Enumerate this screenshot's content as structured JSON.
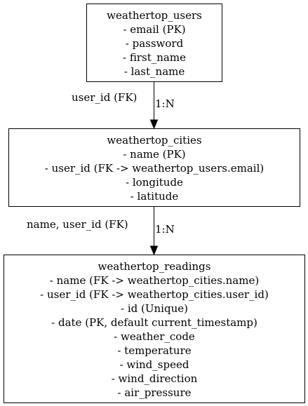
{
  "nodes": {
    "users": {
      "lines": [
        "weathertop_users",
        "- email (PK)",
        "- password",
        "- first_name",
        "- last_name"
      ]
    },
    "cities": {
      "lines": [
        "weathertop_cities",
        "- name (PK)",
        "- user_id (FK -> weathertop_users.email)",
        "- longitude",
        "- latitude"
      ]
    },
    "readings": {
      "lines": [
        "weathertop_readings",
        "- name (FK -> weathertop_cities.name)",
        "- user_id (FK -> weathertop_cities.user_id)",
        "- id (Unique)",
        "- date (PK, default current_timestamp)",
        "- weather_code",
        "- temperature",
        "- wind_speed",
        "- wind_direction",
        "- air_pressure"
      ]
    }
  },
  "edges": {
    "users_cities": {
      "fk_label": "user_id (FK)",
      "cardinality": "1:N"
    },
    "cities_readings": {
      "fk_label": "name, user_id (FK)",
      "cardinality": "1:N"
    }
  },
  "colors": {
    "stroke": "#000000",
    "background": "#ffffff"
  }
}
